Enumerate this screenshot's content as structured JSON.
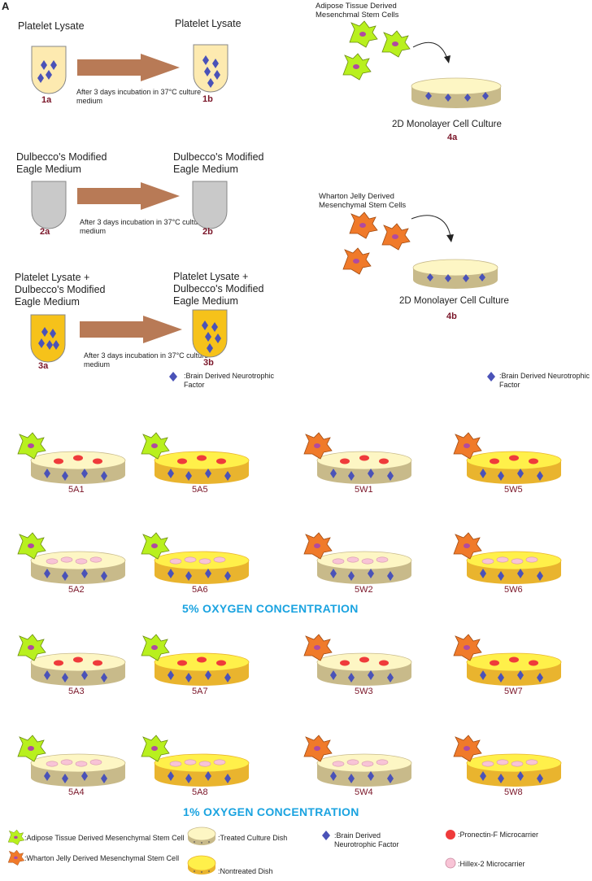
{
  "panel_letter": "A",
  "panel1": {
    "tubes": [
      {
        "title": "Platelet Lysate",
        "left_code": "1a",
        "right_code": "1b",
        "arrow_caption": "After 3 days incubation in 37°C culture medium"
      },
      {
        "title": "Dulbecco's Modified Eagle Medium",
        "left_code": "2a",
        "right_code": "2b",
        "arrow_caption": "After 3 days incubation in 37°C culture medium"
      },
      {
        "title": "Platelet Lysate + Dulbecco's Modified Eagle Medium",
        "left_code": "3a",
        "right_code": "3b",
        "arrow_caption": "After 3 days incubation in 37°C culture medium"
      }
    ],
    "bdnf_legend": ":Brain Derived Neurotrophic Factor"
  },
  "panel4": {
    "top_cells_label": "Adipose Tissue Derived Mesenchmal Stem Cells",
    "top_caption": "2D Monolayer Cell Culture",
    "top_code": "4a",
    "bottom_cells_label": "Wharton Jelly Derived Mesenchymal Stem Cells",
    "bottom_caption": "2D Monolayer Cell Culture",
    "bottom_code": "4b",
    "bdnf_legend": ":Brain Derived Neurotrophic Factor"
  },
  "dish_rows": [
    [
      "5A1",
      "5A5",
      "5W1",
      "5W5"
    ],
    [
      "5A2",
      "5A6",
      "5W2",
      "5W6"
    ],
    [
      "5A3",
      "5A7",
      "5W3",
      "5W7"
    ],
    [
      "5A4",
      "5A8",
      "5W4",
      "5W8"
    ]
  ],
  "oxygen_labels": {
    "five": "5% OXYGEN CONCENTRATION",
    "one": "1% OXYGEN CONCENTRATION"
  },
  "legend": {
    "adipose": ":Adipose Tissue Derived Mesenchymal Stem Cell",
    "wharton": ":Wharton Jelly Derived Mesenchymal Stem Cell",
    "treated": ":Treated Culture Dish",
    "nontreated": ":Nontreated Dish",
    "bdnf": ":Brain Derived Neurotrophic Factor",
    "pronectin": ":Pronectin-F Microcarrier",
    "hillex": ":Hillex-2 Microcarrier"
  },
  "colors": {
    "adipose_cell": "#b8f01e",
    "wharton_cell": "#f07a2a",
    "treated_top": "#fdf6c4",
    "treated_side": "#c8ba8a",
    "nontreated_top": "#fff04a",
    "nontreated_side": "#e9b42e",
    "bdnf": "#4a52b8",
    "pronectin": "#ef3b3b",
    "hillex": "#f8c4d6",
    "arrow": "#b87a56",
    "oxygen_text": "#1aa3e0"
  }
}
